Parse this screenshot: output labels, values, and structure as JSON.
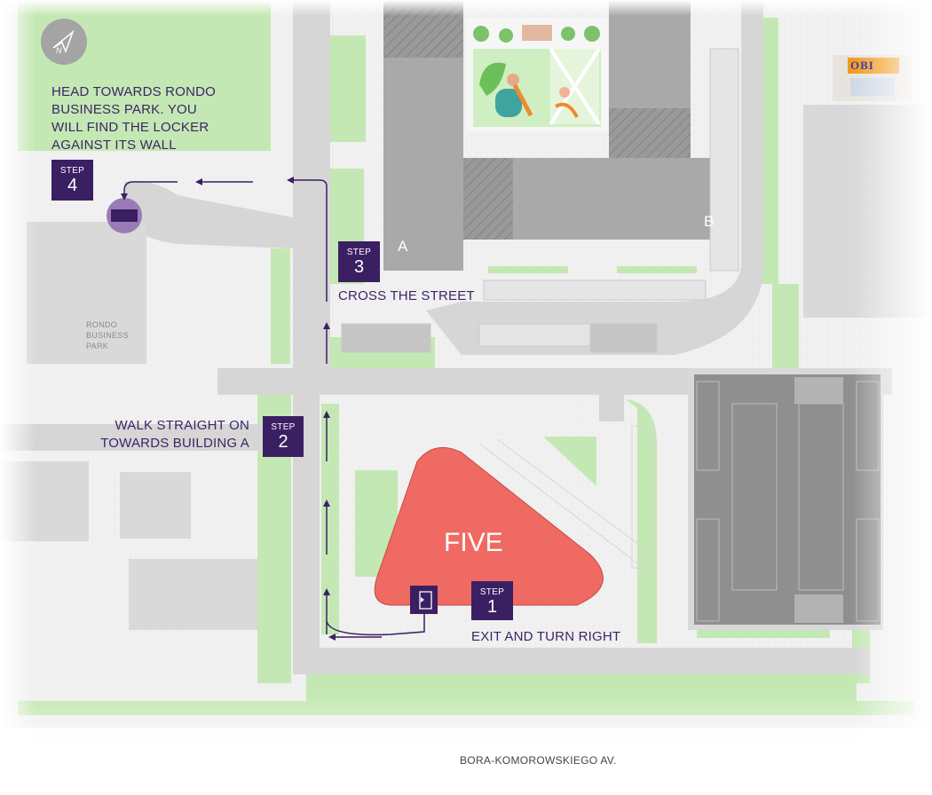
{
  "map": {
    "compass_label": "N",
    "store_sign": "OBI",
    "building_main_label": "FIVE",
    "building_a_label": "A",
    "building_b_label": "B",
    "rondo_label_lines": [
      "RONDO",
      "BUSINESS",
      "PARK"
    ],
    "street_label": "BORA-KOMOROWSKIEGO AV.",
    "colors": {
      "road": "#d7d7d7",
      "sidewalk": "#efefef",
      "grass": "#bfe6ad",
      "building": "#a9a9a9",
      "main_building": "#ef6a62",
      "route": "#3b1f63"
    }
  },
  "steps": [
    {
      "tag": "STEP",
      "number": "1",
      "text": "EXIT AND TURN RIGHT"
    },
    {
      "tag": "STEP",
      "number": "2",
      "text_lines": [
        "WALK STRAIGHT ON",
        "TOWARDS BUILDING A"
      ]
    },
    {
      "tag": "STEP",
      "number": "3",
      "text": "CROSS THE STREET"
    },
    {
      "tag": "STEP",
      "number": "4",
      "text_lines": [
        "HEAD TOWARDS RONDO",
        "BUSINESS PARK. YOU",
        "WILL FIND THE LOCKER",
        "AGAINST ITS WALL"
      ]
    }
  ]
}
